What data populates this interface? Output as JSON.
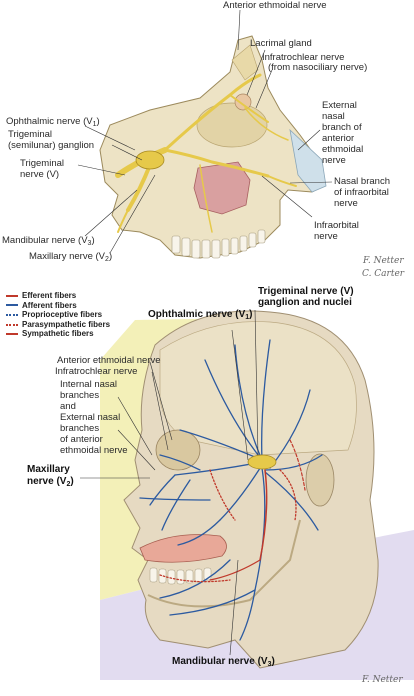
{
  "top": {
    "labels": {
      "anterior_ethmoidal": "Anterior ethmoidal nerve",
      "lacrimal_gland": "Lacrimal gland",
      "infratrochlear_1": "Infratrochlear nerve",
      "infratrochlear_2": "(from nasociliary nerve)",
      "external_nasal_1": "External",
      "external_nasal_2": "nasal",
      "external_nasal_3": "branch of",
      "external_nasal_4": "anterior",
      "external_nasal_5": "ethmoidal",
      "external_nasal_6": "nerve",
      "ophthalmic": "Ophthalmic nerve (V",
      "ophthalmic_sub": "1",
      "trigeminal_ganglion_1": "Trigeminal",
      "trigeminal_ganglion_2": "(semilunar) ganglion",
      "trigeminal_nerve_1": "Trigeminal",
      "trigeminal_nerve_2": "nerve (V)",
      "nasal_branch_1": "Nasal branch",
      "nasal_branch_2": "of infraorbital",
      "nasal_branch_3": "nerve",
      "infraorbital_1": "Infraorbital",
      "infraorbital_2": "nerve",
      "mandibular": "Mandibular nerve (V",
      "mandibular_sub": "3",
      "maxillary": "Maxillary nerve (V",
      "maxillary_sub": "2",
      "close_paren": ")"
    },
    "signature_1": "F. Netter",
    "signature_2": "C. Carter"
  },
  "legend": [
    {
      "label": "Efferent fibers",
      "color": "#c0392b",
      "style": "solid"
    },
    {
      "label": "Afferent fibers",
      "color": "#2c5aa0",
      "style": "solid"
    },
    {
      "label": "Proprioceptive fibers",
      "color": "#2c5aa0",
      "style": "dotted"
    },
    {
      "label": "Parasympathetic fibers",
      "color": "#c0392b",
      "style": "dotted"
    },
    {
      "label": "Sympathetic fibers",
      "color": "#c0392b",
      "style": "dashed"
    }
  ],
  "bottom": {
    "labels": {
      "trigeminal_ganglion_1": "Trigeminal nerve (V)",
      "trigeminal_ganglion_2": "ganglion and nuclei",
      "ophthalmic": "Ophthalmic nerve (V",
      "ophthalmic_sub": "1",
      "anterior_ethmoidal": "Anterior ethmoidal nerve",
      "infratrochlear": "Infratrochlear nerve",
      "internal_nasal_1": "Internal nasal",
      "internal_nasal_2": "branches",
      "internal_nasal_3": "and",
      "external_nasal_1": "External nasal",
      "external_nasal_2": "branches",
      "external_nasal_3": "of anterior",
      "external_nasal_4": "ethmoidal nerve",
      "maxillary_1": "Maxillary",
      "maxillary_2": "nerve (V",
      "maxillary_sub": "2",
      "mandibular": "Mandibular nerve (V",
      "mandibular_sub": "3",
      "close_paren": ")"
    },
    "signature": "F. Netter"
  },
  "colors": {
    "nerve_yellow": "#e6c94a",
    "bone": "#ede3c5",
    "bone_dark": "#c9b98c",
    "mucosa": "#d9a0a0",
    "efferent": "#c0392b",
    "afferent": "#2c5aa0",
    "bg_yellow": "#f3f0b8",
    "bg_lavender": "#e2dcf0",
    "skin": "#e6dac2"
  }
}
